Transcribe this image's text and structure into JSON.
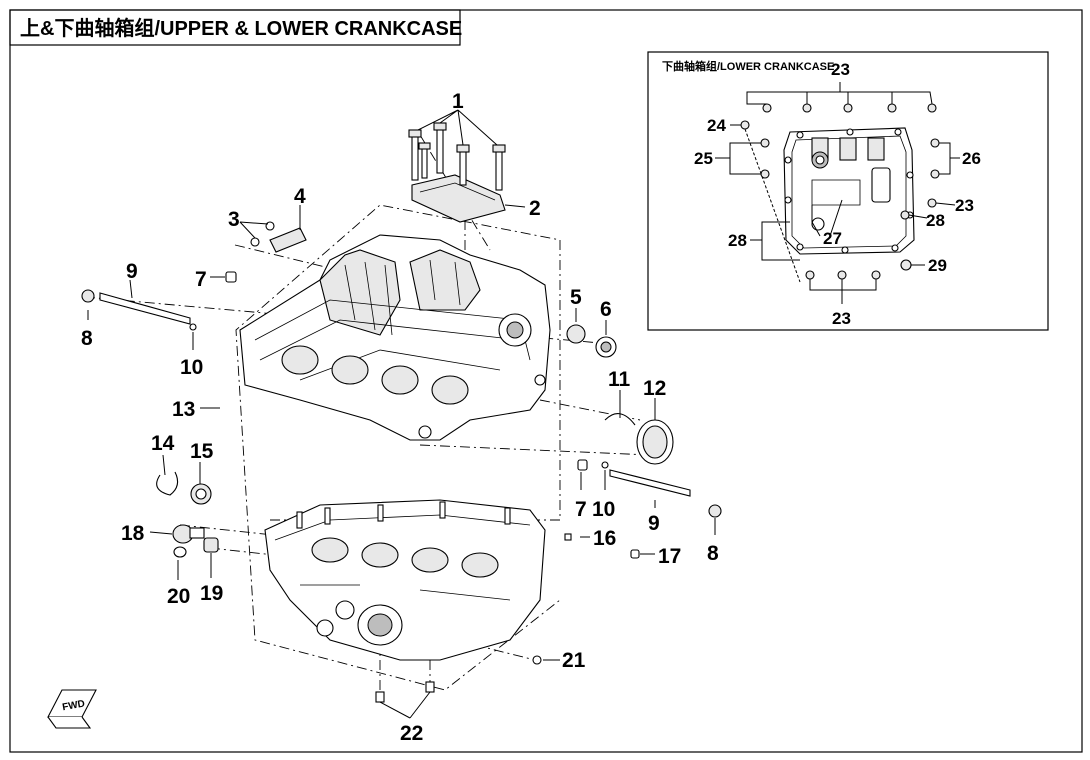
{
  "title": "上&下曲轴箱组/UPPER & LOWER CRANKCASE",
  "inset_title": "下曲轴箱组/LOWER CRANKCASE",
  "fwd_label": "FWD",
  "callouts": {
    "c1": "1",
    "c2": "2",
    "c3": "3",
    "c4": "4",
    "c5": "5",
    "c6": "6",
    "c7a": "7",
    "c7b": "7",
    "c8a": "8",
    "c8b": "8",
    "c9a": "9",
    "c9b": "9",
    "c10a": "10",
    "c10b": "10",
    "c11": "11",
    "c12": "12",
    "c13": "13",
    "c14": "14",
    "c15": "15",
    "c16": "16",
    "c17": "17",
    "c18": "18",
    "c19": "19",
    "c20": "20",
    "c21": "21",
    "c22": "22"
  },
  "inset_callouts": {
    "i23a": "23",
    "i23b": "23",
    "i23c": "23",
    "i24": "24",
    "i25": "25",
    "i26": "26",
    "i27": "27",
    "i28a": "28",
    "i28b": "28",
    "i29": "29"
  }
}
